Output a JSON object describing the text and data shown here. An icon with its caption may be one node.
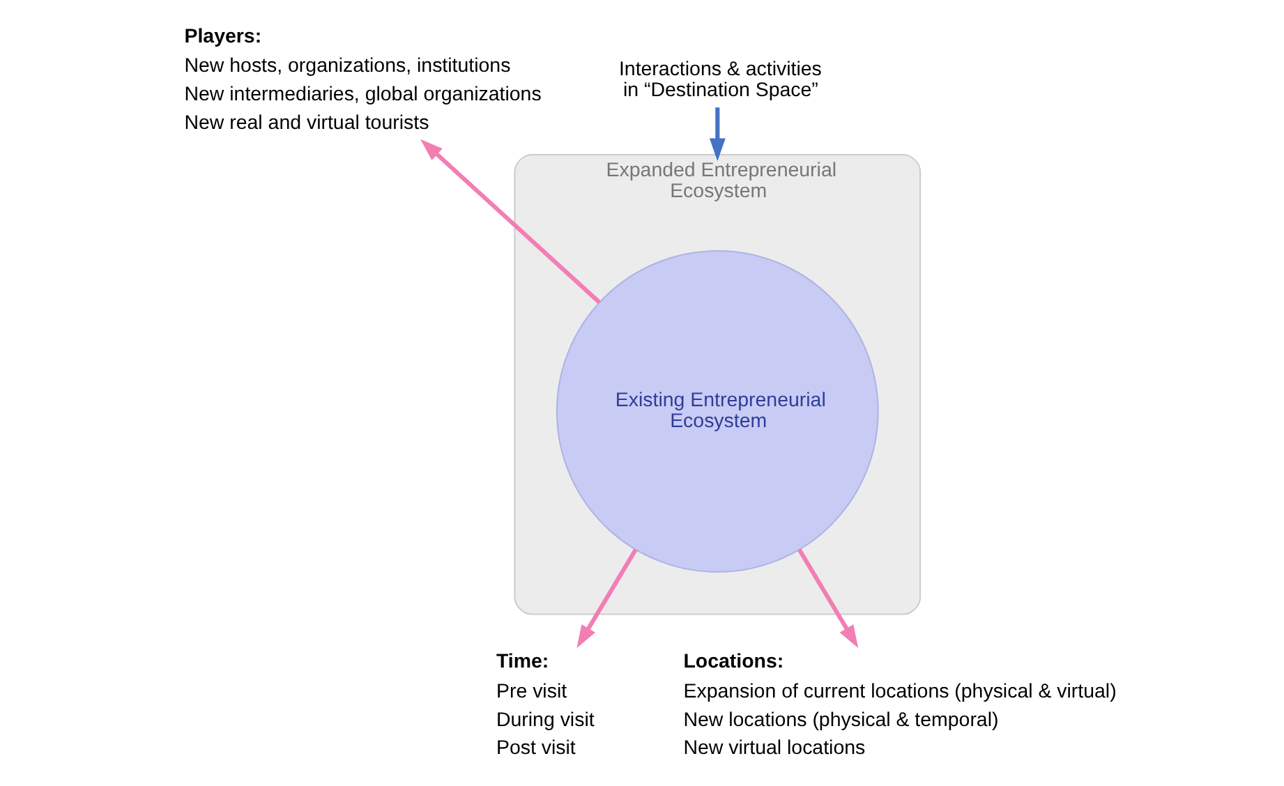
{
  "diagram": {
    "nodes": [
      {
        "text": [
          "Expanded Entrepreneurial Ecosystem"
        ]
      },
      {
        "text": [
          "Existing Entrepreneurial Ecosystem"
        ],
        "in": 0
      },
      {
        "text": [
          "Players:",
          "New hosts, organizations, institutions",
          "New intermediaries, global organizations",
          "New real and virtual tourists"
        ]
      },
      {
        "text": [
          "Time:",
          "Pre visit",
          "During visit",
          "Post visit"
        ]
      },
      {
        "text": [
          "Locations:",
          "Expansion of current locations (physical & virtual)",
          "New locations (physical & temporal)",
          "New virtual locations"
        ]
      },
      {
        "text": [
          "Interactions & activities in “Destination Space”"
        ]
      }
    ],
    "edges": [
      {
        "from": 1,
        "to": 2,
        "arrow": "to"
      },
      {
        "from": 1,
        "to": 3,
        "arrow": "to"
      },
      {
        "from": 1,
        "to": 4,
        "arrow": "to"
      },
      {
        "from": 5,
        "to": 0,
        "arrow": "to",
        "color": "#4472c4"
      }
    ]
  }
}
